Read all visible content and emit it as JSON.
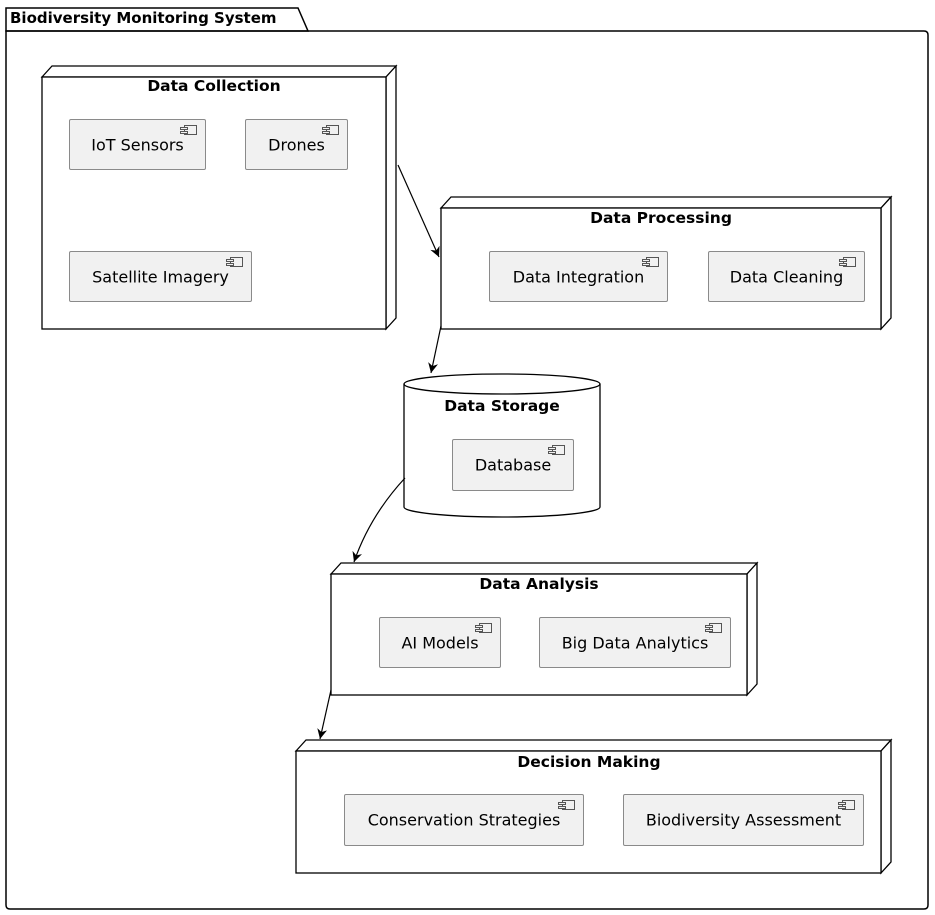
{
  "package": {
    "title": "Biodiversity Monitoring System"
  },
  "nodes": {
    "collection": {
      "title": "Data Collection",
      "components": [
        "IoT Sensors",
        "Drones",
        "Satellite Imagery"
      ]
    },
    "processing": {
      "title": "Data Processing",
      "components": [
        "Data Integration",
        "Data Cleaning"
      ]
    },
    "storage": {
      "title": "Data Storage",
      "components": [
        "Database"
      ]
    },
    "analysis": {
      "title": "Data Analysis",
      "components": [
        "AI Models",
        "Big Data Analytics"
      ]
    },
    "decision": {
      "title": "Decision Making",
      "components": [
        "Conservation Strategies",
        "Biodiversity Assessment"
      ]
    }
  },
  "arrows": [
    {
      "from": "Data Collection",
      "to": "Data Processing"
    },
    {
      "from": "Data Processing",
      "to": "Data Storage"
    },
    {
      "from": "Data Storage",
      "to": "Data Analysis"
    },
    {
      "from": "Data Analysis",
      "to": "Decision Making"
    }
  ]
}
